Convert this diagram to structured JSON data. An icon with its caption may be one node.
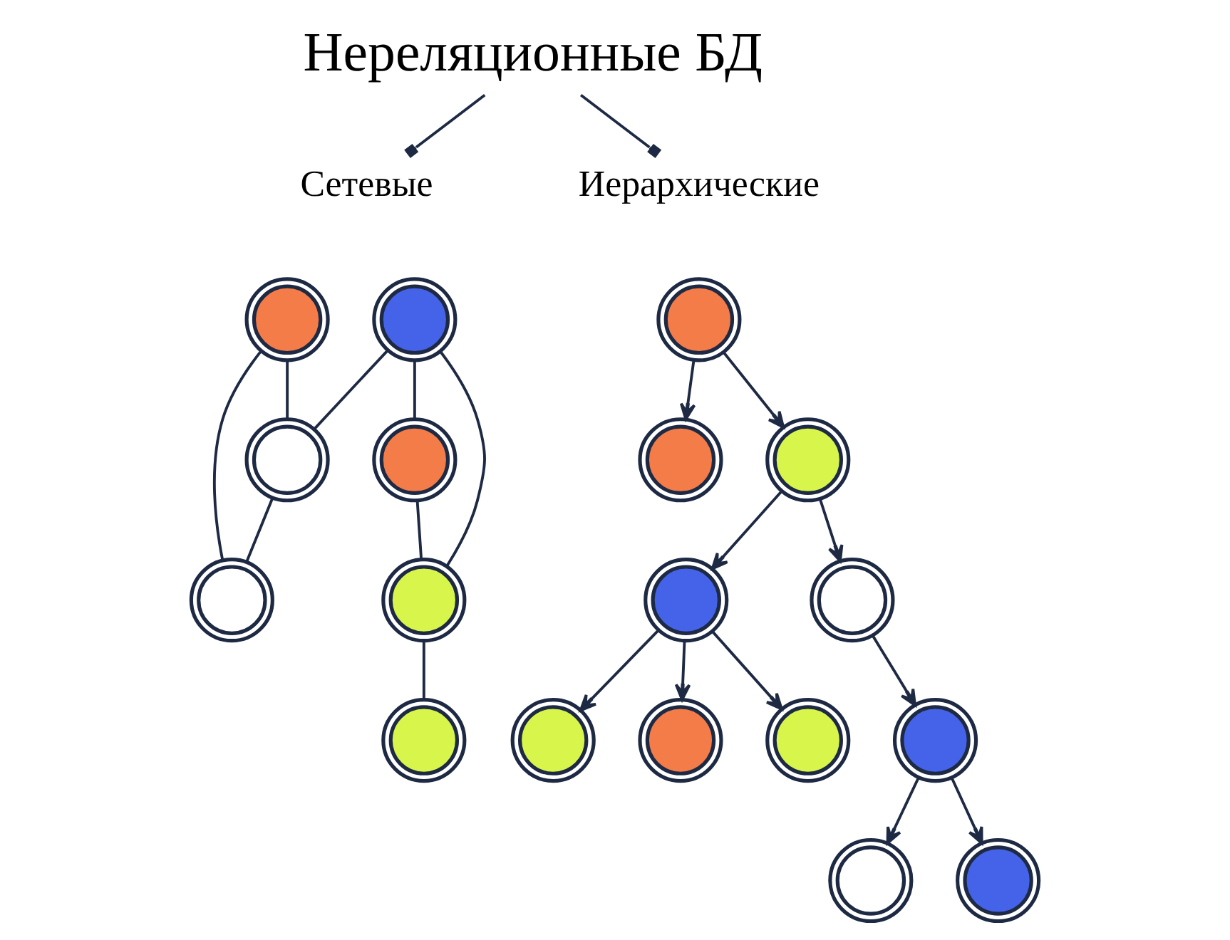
{
  "diagram": {
    "nodes": [
      {
        "text": [
          "Нереляционные БД"
        ]
      },
      {
        "text": [
          "Сетевые"
        ]
      },
      {
        "text": [
          "Иерархические"
        ]
      },
      {
        "text": [],
        "shape": "circle"
      },
      {
        "text": [],
        "shape": "circle"
      },
      {
        "text": [],
        "shape": "circle"
      },
      {
        "text": [],
        "shape": "circle"
      },
      {
        "text": [],
        "shape": "circle"
      },
      {
        "text": [],
        "shape": "circle"
      },
      {
        "text": [],
        "shape": "circle"
      },
      {
        "text": [],
        "shape": "circle"
      },
      {
        "text": [],
        "shape": "circle"
      },
      {
        "text": [],
        "shape": "circle"
      },
      {
        "text": [],
        "shape": "circle"
      },
      {
        "text": [],
        "shape": "circle"
      },
      {
        "text": [],
        "shape": "circle"
      },
      {
        "text": [],
        "shape": "circle"
      },
      {
        "text": [],
        "shape": "circle"
      },
      {
        "text": [],
        "shape": "circle"
      },
      {
        "text": [],
        "shape": "circle"
      },
      {
        "text": [],
        "shape": "circle"
      }
    ],
    "edges": [
      {
        "from": 0,
        "to": 1,
        "arrow": "other"
      },
      {
        "from": 0,
        "to": 2,
        "arrow": "other"
      },
      {
        "from": 3,
        "to": 7,
        "arrow": "none"
      },
      {
        "from": 3,
        "to": 5,
        "arrow": "none"
      },
      {
        "from": 4,
        "to": 5,
        "arrow": "none"
      },
      {
        "from": 4,
        "to": 6,
        "arrow": "none"
      },
      {
        "from": 4,
        "to": 8,
        "arrow": "none"
      },
      {
        "from": 6,
        "to": 8,
        "arrow": "none"
      },
      {
        "from": 5,
        "to": 7,
        "arrow": "none"
      },
      {
        "from": 8,
        "to": 9,
        "arrow": "none"
      },
      {
        "from": 10,
        "to": 11,
        "arrow": "to"
      },
      {
        "from": 10,
        "to": 12,
        "arrow": "to"
      },
      {
        "from": 12,
        "to": 13,
        "arrow": "to"
      },
      {
        "from": 12,
        "to": 14,
        "arrow": "to"
      },
      {
        "from": 13,
        "to": 15,
        "arrow": "to"
      },
      {
        "from": 13,
        "to": 16,
        "arrow": "to"
      },
      {
        "from": 13,
        "to": 17,
        "arrow": "to"
      },
      {
        "from": 14,
        "to": 18,
        "arrow": "to"
      },
      {
        "from": 18,
        "to": 19,
        "arrow": "to"
      },
      {
        "from": 18,
        "to": 20,
        "arrow": "to"
      }
    ]
  }
}
